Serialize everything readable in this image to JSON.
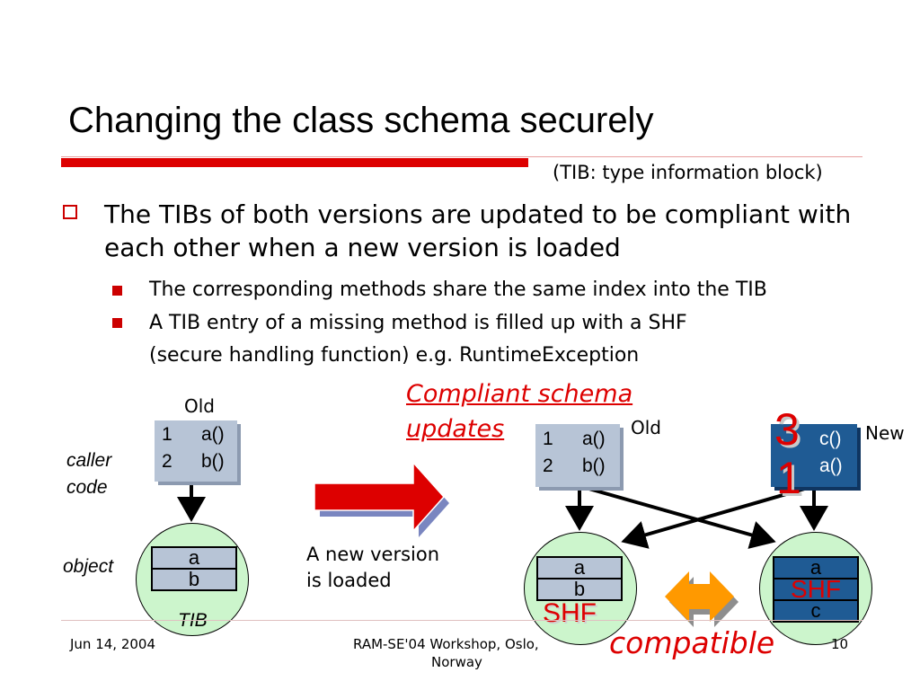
{
  "title": "Changing the class schema securely",
  "note": "(TIB: type information block)",
  "bullet": "The TIBs of both versions are updated to be compliant with each other when a new version is loaded",
  "sub_bullets": [
    "The corresponding methods share the same index into the TIB",
    "A TIB entry of a missing method is filled up with a SHF",
    "(secure handling function) e.g. RuntimeException"
  ],
  "diagram": {
    "left": {
      "old_label": "Old",
      "caller_line1": "caller",
      "caller_line2": "code",
      "object_label": "object",
      "tib_label": "TIB",
      "tib_rows": [
        {
          "index": "1",
          "method": "a()"
        },
        {
          "index": "2",
          "method": "b()"
        }
      ],
      "slots": [
        "a",
        "b"
      ]
    },
    "arrow_caption_line1": "A new version",
    "arrow_caption_line2": "is loaded",
    "compliant_line1": "Compliant schema",
    "compliant_line2": "updates",
    "right_old": {
      "label": "Old",
      "tib_rows": [
        {
          "index": "1",
          "method": "a()"
        },
        {
          "index": "2",
          "method": "b()"
        }
      ],
      "slots": [
        "a",
        "b"
      ],
      "shf": "SHF"
    },
    "right_new": {
      "label": "New",
      "big_index_top": "3",
      "big_index_bottom": "1",
      "tib_rows": [
        {
          "method": "c()"
        },
        {
          "method": "a()"
        }
      ],
      "slots": [
        "a",
        "SHF",
        "c"
      ]
    },
    "compatible": "compatible"
  },
  "footer": {
    "date": "Jun 14, 2004",
    "venue_line1": "RAM-SE'04 Workshop, Oslo,",
    "venue_line2": "Norway",
    "page": "10"
  },
  "colors": {
    "accent_red": "#dd0000",
    "tib_light": "#b7c4d6",
    "tib_dark": "#1f5b94",
    "object_green": "#ccf5cc",
    "compatible_orange": "#ff9900"
  }
}
